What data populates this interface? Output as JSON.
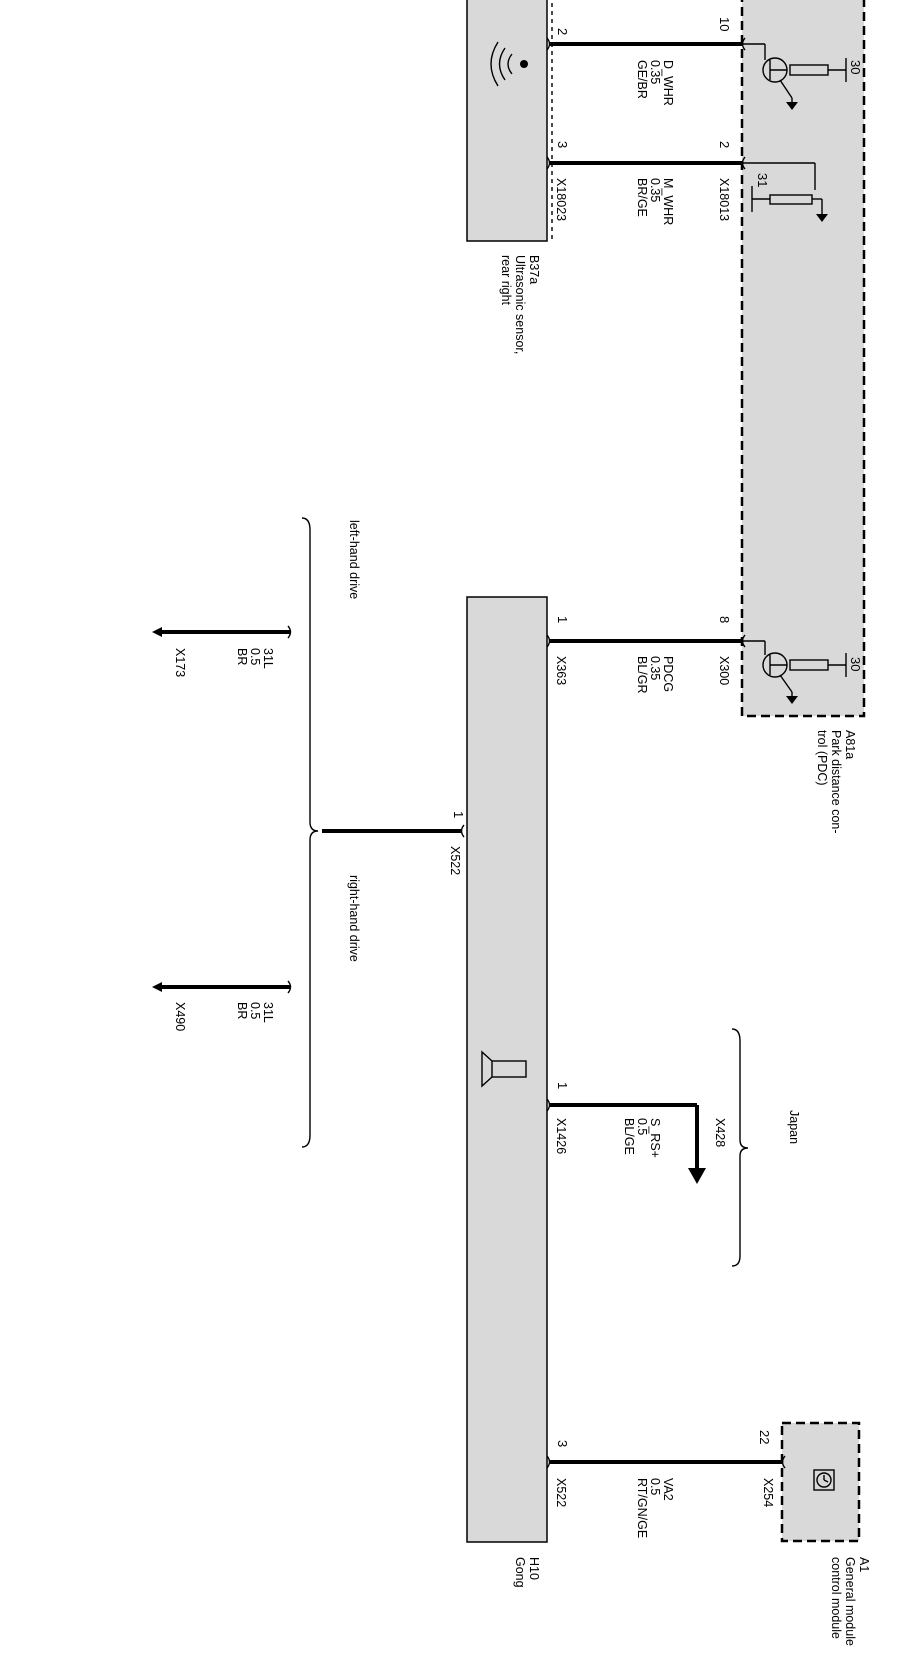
{
  "components": {
    "pdc": {
      "id": "A81a",
      "name_line1": "Park distance con-",
      "name_line2": "trol (PDC)"
    },
    "sensor": {
      "id": "B37a",
      "name_line1": "Ultrasonic sensor,",
      "name_line2": "rear right"
    },
    "gong": {
      "id": "H10",
      "name": "Gong"
    },
    "gm": {
      "id": "A1",
      "name_line1": "General module",
      "name_line2": "control module"
    }
  },
  "supply": {
    "terminal_30": "30",
    "terminal_31": "31"
  },
  "wires": {
    "d_whr": {
      "pin_pdc": "10",
      "pin_sensor": "2",
      "name": "D_WHR",
      "size": "0.35",
      "color": "GE/BR"
    },
    "m_whr": {
      "pin_pdc": "2",
      "pin_sensor": "3",
      "name": "M_WHR",
      "size": "0.35",
      "color": "BR/GE",
      "conn_sensor": "X18023",
      "conn_pdc": "X18013"
    },
    "pdcg": {
      "pin_pdc": "8",
      "pin_gong": "1",
      "name": "PDCG",
      "size": "0.35",
      "color": "BL/GR",
      "conn_gong": "X363",
      "conn_pdc": "X300"
    },
    "ground": {
      "pin": "1",
      "conn": "X522"
    },
    "lhd": {
      "label": "left-hand drive",
      "name": "31L",
      "size": "0.5",
      "color": "BR",
      "conn": "X173"
    },
    "rhd": {
      "label": "right-hand drive",
      "name": "31L",
      "size": "0.5",
      "color": "BR",
      "conn": "X490"
    },
    "s_rs": {
      "pin": "1",
      "name": "S_RS+",
      "size": "0.5",
      "color": "BL/GE",
      "conn_gong": "X1426",
      "conn_end": "X428",
      "variant": "Japan"
    },
    "va2": {
      "pin_gm": "22",
      "pin_gong": "3",
      "name": "VA2",
      "size": "0.5",
      "color": "RT/GN/GE",
      "conn_gm": "X254",
      "conn_gong": "X522"
    }
  },
  "icons": {
    "sensor": "ultrasonic-waves-icon",
    "gong": "speaker-icon",
    "gm": "clock-icon"
  }
}
